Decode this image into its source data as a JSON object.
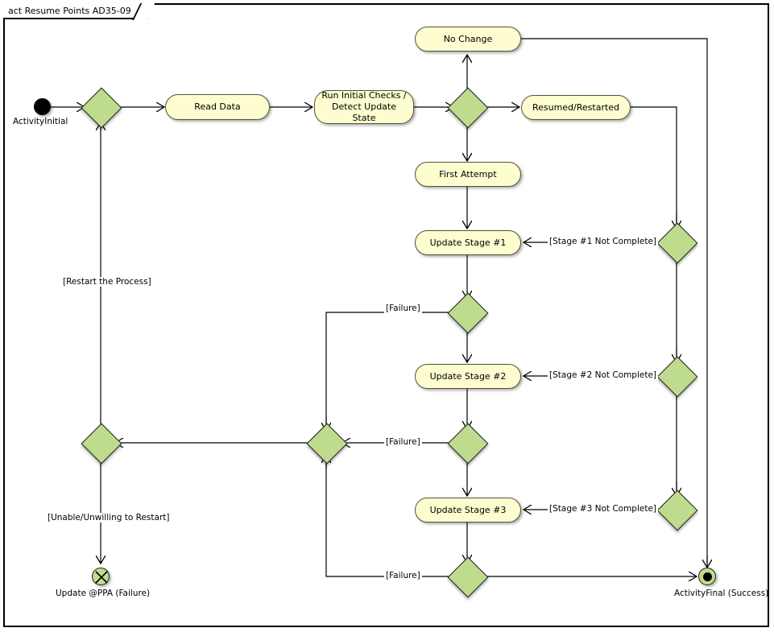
{
  "frame": {
    "title": "act Resume Points AD35-09"
  },
  "colors": {
    "activity_fill": "#fdfdd0",
    "activity_border": "#54543a",
    "control_fill": "#bedb8e",
    "control_border": "#1f1f1f",
    "edge": "#000000",
    "background": "#ffffff"
  },
  "nodes": {
    "initial": {
      "label": "ActivityInitial"
    },
    "merge_start": {
      "label": ""
    },
    "read_data": {
      "label": "Read Data"
    },
    "run_initial_checks": {
      "label": "Run Initial Checks /\nDetect Update State"
    },
    "run_initial_checks_line1": "Run Initial Checks /",
    "run_initial_checks_line2": "Detect Update State",
    "decision_update_state": {
      "label": ""
    },
    "no_change": {
      "label": "No Change"
    },
    "resumed_restarted": {
      "label": "Resumed/Restarted"
    },
    "first_attempt": {
      "label": "First Attempt"
    },
    "update_stage_1": {
      "label": "Update Stage #1"
    },
    "update_stage_2": {
      "label": "Update Stage #2"
    },
    "update_stage_3": {
      "label": "Update Stage #3"
    },
    "decision_stage_1": {
      "label": ""
    },
    "decision_stage_2": {
      "label": ""
    },
    "decision_stage_3": {
      "label": ""
    },
    "resume_decision_1": {
      "label": ""
    },
    "resume_decision_2": {
      "label": ""
    },
    "resume_decision_3": {
      "label": ""
    },
    "merge_failure": {
      "label": ""
    },
    "merge_restart": {
      "label": ""
    },
    "flow_final_failure": {
      "label": "Update @PPA (Failure)"
    },
    "activity_final": {
      "label": "ActivityFinal (Success)"
    }
  },
  "edge_labels": {
    "restart_process": "[Restart the Process]",
    "unable_unwilling": "[Unable/Unwilling to Restart]",
    "stage1_not_complete": "[Stage #1 Not Complete]",
    "stage2_not_complete": "[Stage #2 Not Complete]",
    "stage3_not_complete": "[Stage #3 Not Complete]",
    "failure_1": "[Failure]",
    "failure_2": "[Failure]",
    "failure_3": "[Failure]"
  }
}
